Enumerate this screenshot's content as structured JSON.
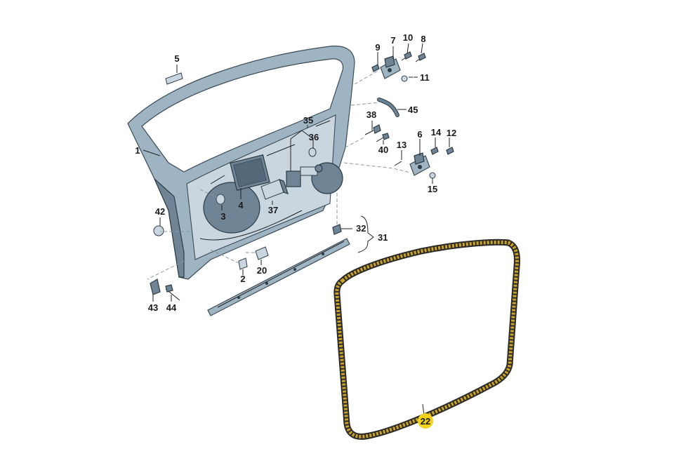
{
  "callouts": [
    {
      "id": "1",
      "text": "1"
    },
    {
      "id": "2",
      "text": "2"
    },
    {
      "id": "3",
      "text": "3"
    },
    {
      "id": "4",
      "text": "4"
    },
    {
      "id": "5",
      "text": "5"
    },
    {
      "id": "6",
      "text": "6"
    },
    {
      "id": "7",
      "text": "7"
    },
    {
      "id": "8",
      "text": "8"
    },
    {
      "id": "9",
      "text": "9"
    },
    {
      "id": "10",
      "text": "10"
    },
    {
      "id": "11",
      "text": "11"
    },
    {
      "id": "12",
      "text": "12"
    },
    {
      "id": "13",
      "text": "13"
    },
    {
      "id": "14",
      "text": "14"
    },
    {
      "id": "15",
      "text": "15"
    },
    {
      "id": "20",
      "text": "20"
    },
    {
      "id": "22",
      "text": "22"
    },
    {
      "id": "31",
      "text": "31"
    },
    {
      "id": "32",
      "text": "32"
    },
    {
      "id": "35",
      "text": "35"
    },
    {
      "id": "36",
      "text": "36"
    },
    {
      "id": "37",
      "text": "37"
    },
    {
      "id": "38",
      "text": "38"
    },
    {
      "id": "40",
      "text": "40"
    },
    {
      "id": "42",
      "text": "42"
    },
    {
      "id": "43",
      "text": "43"
    },
    {
      "id": "44",
      "text": "44"
    },
    {
      "id": "45",
      "text": "45"
    }
  ],
  "colors": {
    "panel": "#9fb4c2",
    "panel_dark": "#6f8595",
    "outline": "#3a4a55",
    "seal": "#c9a227",
    "highlight": "#f2d21b"
  }
}
